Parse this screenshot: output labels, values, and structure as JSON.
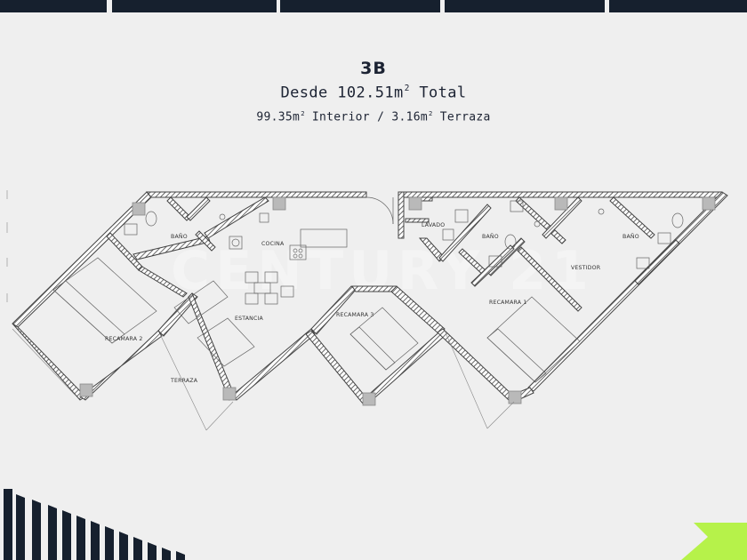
{
  "header": {
    "unit_name": "3B",
    "total_prefix": "Desde 102.51m",
    "total_sup": "2",
    "total_suffix": " Total",
    "interior_value": "99.35m",
    "interior_sup": "2",
    "interior_label": " Interior / 3.16m",
    "terraza_sup": "2",
    "terraza_label": " Terraza"
  },
  "rooms": {
    "bano_1": "BAÑO",
    "cocina": "COCINA",
    "lavado": "LAVADO",
    "bano_2": "BAÑO",
    "bano_3": "BAÑO",
    "vestidor": "VESTIDOR",
    "recamara_2": "RECAMARA 2",
    "estancia": "ESTANCIA",
    "recamara_3": "RECAMARA 3",
    "recamara_1": "RECAMARA 1",
    "terraza": "TERRAZA"
  },
  "watermark": "CENTURY 21",
  "colors": {
    "background": "#efefef",
    "navy": "#16202e",
    "accent_green": "#b6f24a",
    "wall": "#3a3a3a",
    "column": "#b9b9b9"
  }
}
